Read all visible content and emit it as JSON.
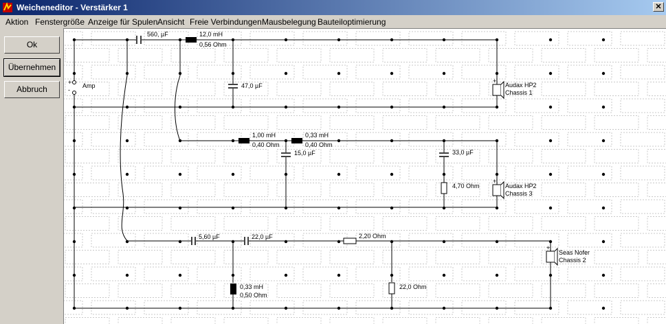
{
  "window": {
    "title": "Weicheneditor - Verstärker 1"
  },
  "menu": [
    "Aktion",
    "Fenstergröße",
    "Anzeige für Spulen",
    "Ansicht",
    "Freie Verbindungen",
    "Mausbelegung",
    "Bauteiloptimierung"
  ],
  "buttons": {
    "ok": "Ok",
    "apply": "Übernehmen",
    "cancel": "Abbruch"
  },
  "circuit": {
    "source": {
      "label": "Amp"
    },
    "components": [
      {
        "id": "c560",
        "value": "560, µF"
      },
      {
        "id": "l12",
        "value": "12,0 mH",
        "value2": "0,56 Ohm"
      },
      {
        "id": "c47",
        "value": "47,0 µF"
      },
      {
        "id": "l100",
        "value": "1,00 mH",
        "value2": "0,40 Ohm"
      },
      {
        "id": "l033a",
        "value": "0,33 mH",
        "value2": "0,40 Ohm"
      },
      {
        "id": "c15",
        "value": "15,0 µF"
      },
      {
        "id": "c33",
        "value": "33,0 µF"
      },
      {
        "id": "r470",
        "value": "4,70 Ohm"
      },
      {
        "id": "c56",
        "value": "5,60 µF"
      },
      {
        "id": "c22",
        "value": "22,0 µF"
      },
      {
        "id": "r220",
        "value": "2,20 Ohm"
      },
      {
        "id": "l033b",
        "value": "0,33 mH",
        "value2": "0,50 Ohm"
      },
      {
        "id": "r22",
        "value": "22,0 Ohm"
      }
    ],
    "speakers": [
      {
        "name": "Audax HP2",
        "chassis": "Chassis 1"
      },
      {
        "name": "Audax HP2",
        "chassis": "Chassis 3"
      },
      {
        "name": "Seas Nofer",
        "chassis": "Chassis 2"
      }
    ],
    "polarity": {
      "plus": "+",
      "minus": "-"
    }
  }
}
